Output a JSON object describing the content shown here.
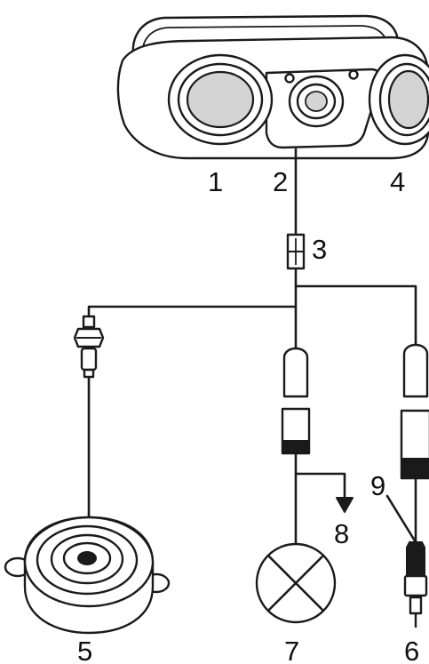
{
  "diagram": {
    "labels": {
      "l1": "1",
      "l2": "2",
      "l3": "3",
      "l4": "4",
      "l5": "5",
      "l6": "6",
      "l7": "7",
      "l8": "8",
      "l9": "9"
    },
    "colors": {
      "line": "#1a1a1a",
      "housing": "#ffffff",
      "lens": "#d4d4d4"
    }
  }
}
